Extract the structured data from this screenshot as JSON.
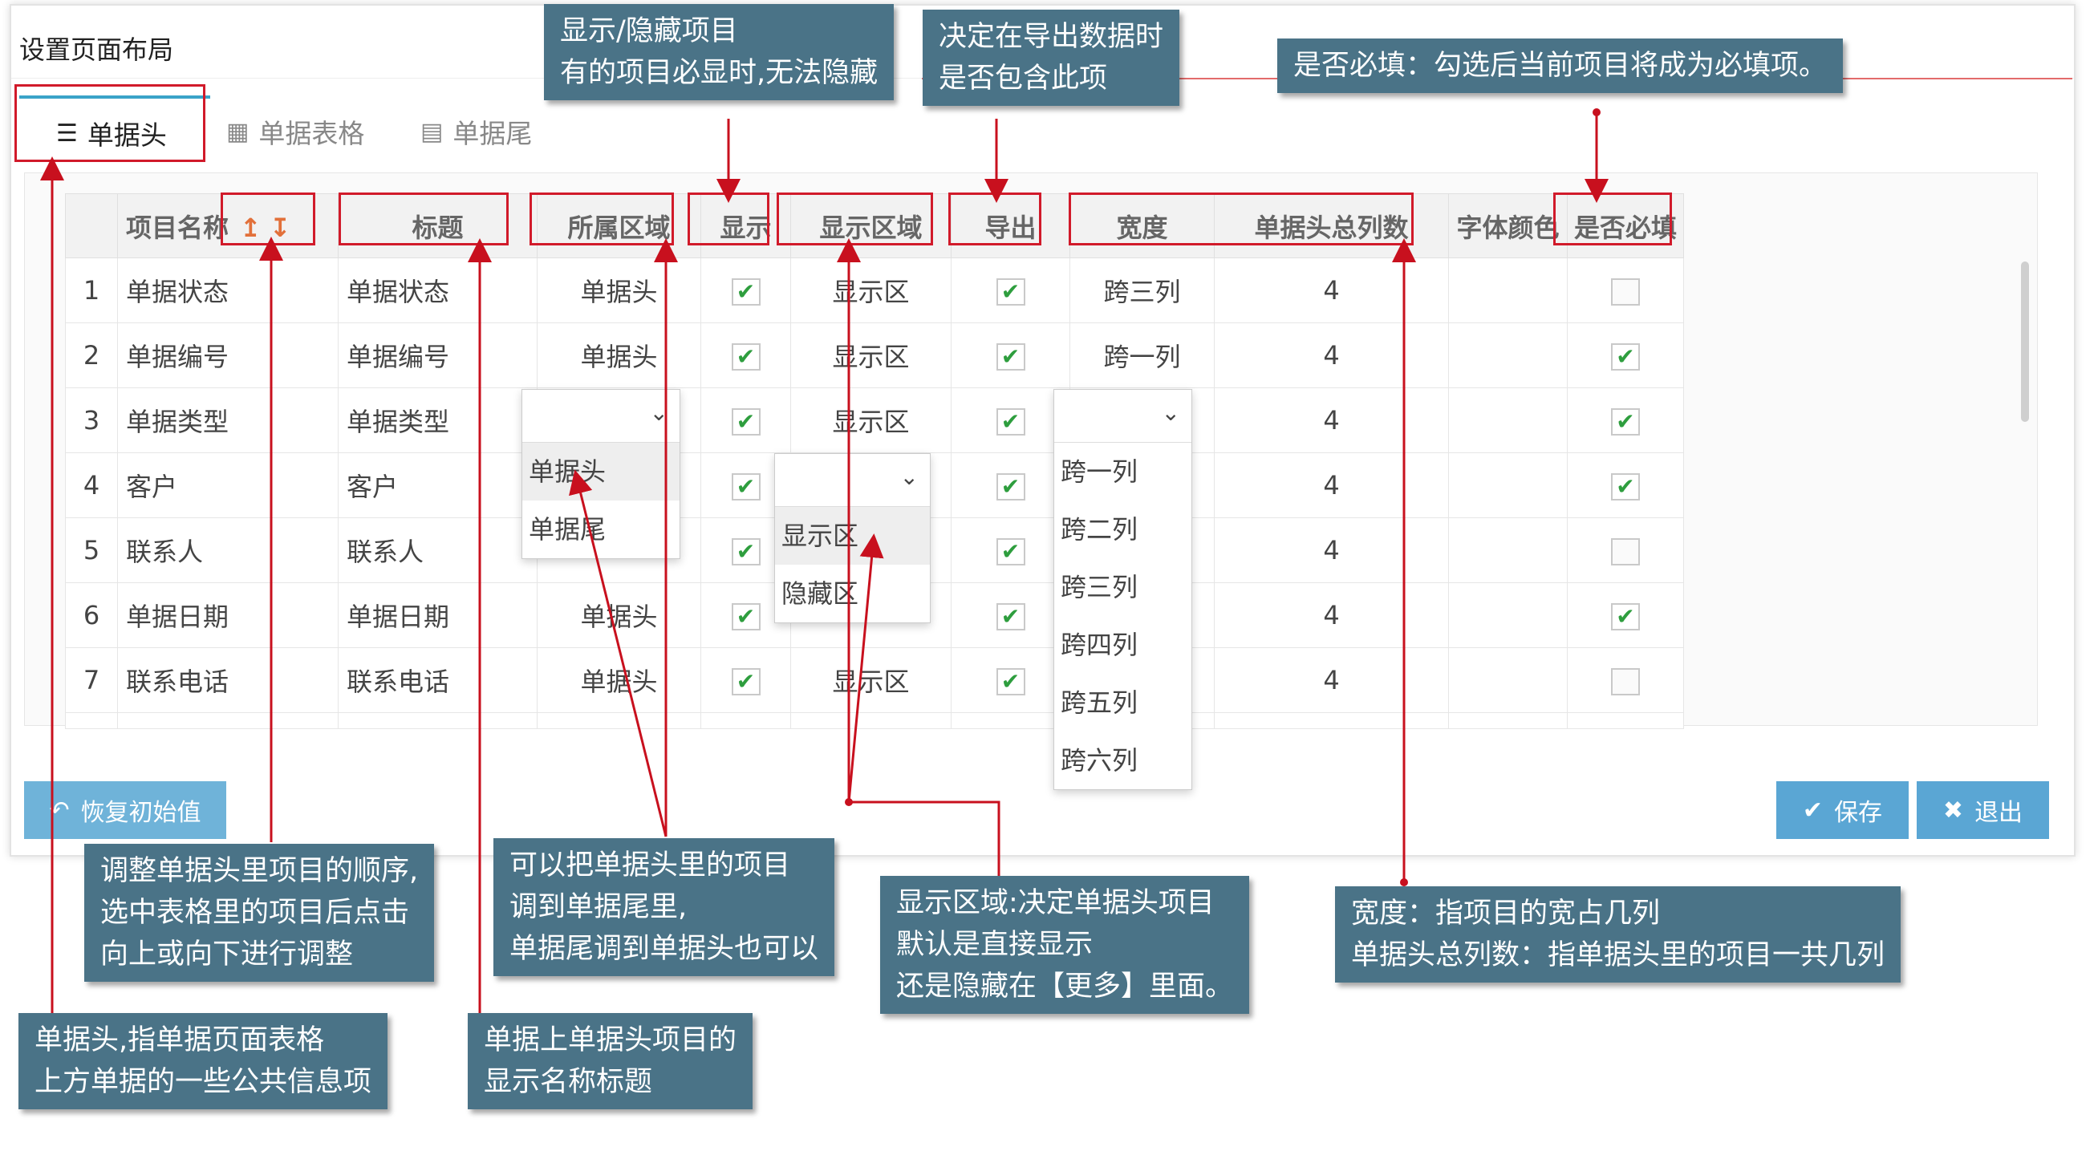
{
  "dialog": {
    "title": "设置页面布局"
  },
  "tabs": [
    {
      "label": "单据头",
      "icon": "list-icon"
    },
    {
      "label": "单据表格",
      "icon": "table-icon"
    },
    {
      "label": "单据尾",
      "icon": "footer-icon"
    }
  ],
  "table": {
    "headers": [
      "项目名称",
      "标题",
      "所属区域",
      "显示",
      "显示区域",
      "导出",
      "宽度",
      "单据头总列数",
      "字体颜色",
      "是否必填"
    ],
    "sort_arrows": "↥↧",
    "rows": [
      {
        "no": "1",
        "name": "单据状态",
        "title": "单据状态",
        "area": "单据头",
        "show": true,
        "display_area": "显示区",
        "export": true,
        "width": "跨三列",
        "cols": "4",
        "required": false
      },
      {
        "no": "2",
        "name": "单据编号",
        "title": "单据编号",
        "area": "单据头",
        "show": true,
        "display_area": "显示区",
        "export": true,
        "width": "跨一列",
        "cols": "4",
        "required": true
      },
      {
        "no": "3",
        "name": "单据类型",
        "title": "单据类型",
        "area": "",
        "show": true,
        "display_area": "显示区",
        "export": true,
        "width": "",
        "cols": "4",
        "required": true
      },
      {
        "no": "4",
        "name": "客户",
        "title": "客户",
        "area": "",
        "show": true,
        "display_area": "",
        "export": true,
        "width": "",
        "cols": "4",
        "required": true
      },
      {
        "no": "5",
        "name": "联系人",
        "title": "联系人",
        "area": "",
        "show": true,
        "display_area": "",
        "export": true,
        "width": "",
        "cols": "4",
        "required": false
      },
      {
        "no": "6",
        "name": "单据日期",
        "title": "单据日期",
        "area": "单据头",
        "show": true,
        "display_area": "",
        "export": true,
        "width": "",
        "cols": "4",
        "required": true
      },
      {
        "no": "7",
        "name": "联系电话",
        "title": "联系电话",
        "area": "单据头",
        "show": true,
        "display_area": "显示区",
        "export": true,
        "width": "",
        "cols": "4",
        "required": false
      }
    ]
  },
  "dropdowns": {
    "area_options": [
      "单据头",
      "单据尾"
    ],
    "display_options": [
      "显示区",
      "隐藏区"
    ],
    "width_options": [
      "跨一列",
      "跨二列",
      "跨三列",
      "跨四列",
      "跨五列",
      "跨六列"
    ]
  },
  "buttons": {
    "reset": "恢复初始值",
    "save": "保存",
    "exit": "退出"
  },
  "notes": {
    "show_hide": [
      "显示/隐藏项目",
      "有的项目必显时,无法隐藏"
    ],
    "export": [
      "决定在导出数据时",
      "是否包含此项"
    ],
    "required": [
      "是否必填：勾选后当前项目将成为必填项。"
    ],
    "order": [
      "调整单据头里项目的顺序,",
      "选中表格里的项目后点击",
      "向上或向下进行调整"
    ],
    "move": [
      "可以把单据头里的项目",
      "调到单据尾里,",
      "单据尾调到单据头也可以"
    ],
    "display_area": [
      "显示区域:决定单据头项目",
      "默认是直接显示",
      "还是隐藏在【更多】里面。"
    ],
    "width": [
      "宽度：指项目的宽占几列",
      "单据头总列数：指单据头里的项目一共几列"
    ],
    "header": [
      "单据头,指单据页面表格",
      "上方单据的一些公共信息项"
    ],
    "title": [
      "单据上单据头项目的",
      "显示名称标题"
    ]
  },
  "colors": {
    "annotation_bg": "#4a7387",
    "highlight_red": "#d11a2a",
    "check_green": "#2e9e3e",
    "button_blue": "#5aa6d4"
  }
}
